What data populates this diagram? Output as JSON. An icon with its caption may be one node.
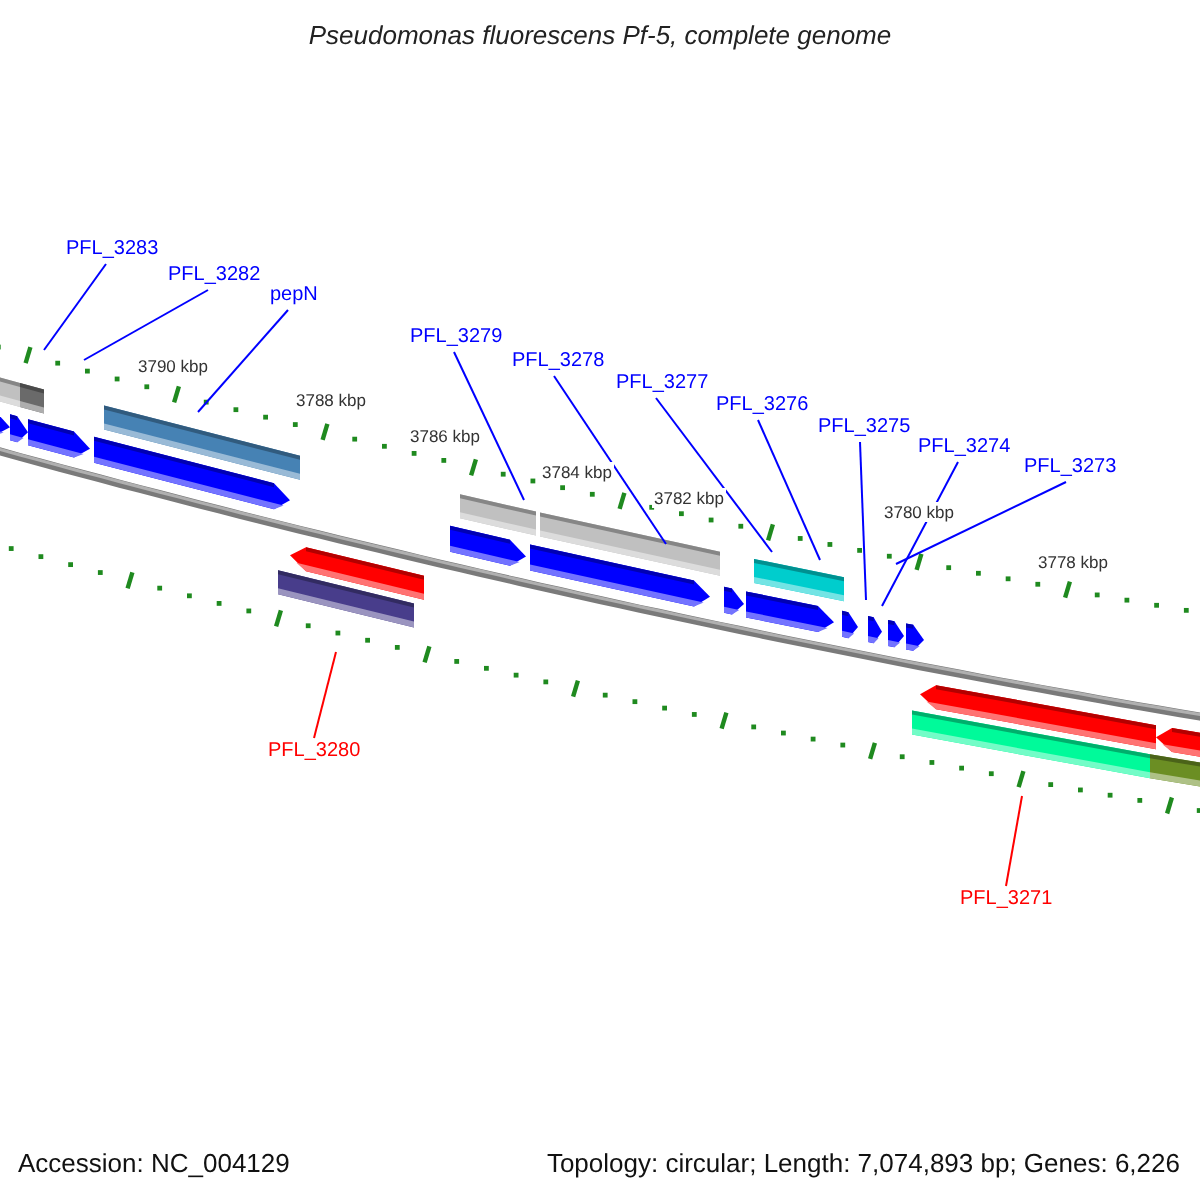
{
  "diagram": {
    "title": "Pseudomonas fluorescens Pf-5, complete genome",
    "nodes": [
      {
        "text": [
          "PFL_3283"
        ]
      },
      {
        "text": [
          "PFL_3282"
        ]
      },
      {
        "text": [
          "pepN"
        ]
      },
      {
        "text": [
          "PFL_3279"
        ]
      },
      {
        "text": [
          "PFL_3278"
        ]
      },
      {
        "text": [
          "PFL_3277"
        ]
      },
      {
        "text": [
          "PFL_3276"
        ]
      },
      {
        "text": [
          "PFL_3275"
        ]
      },
      {
        "text": [
          "PFL_3274"
        ]
      },
      {
        "text": [
          "PFL_3273"
        ]
      },
      {
        "text": [
          "PFL_3280"
        ]
      },
      {
        "text": [
          "PFL_3271"
        ]
      }
    ],
    "edges": [
      {
        "from": 0,
        "to": null,
        "arrow": "none"
      },
      {
        "from": 1,
        "to": null,
        "arrow": "none"
      },
      {
        "from": 2,
        "to": null,
        "arrow": "none"
      },
      {
        "from": 3,
        "to": null,
        "arrow": "none"
      },
      {
        "from": 4,
        "to": null,
        "arrow": "none"
      },
      {
        "from": 5,
        "to": null,
        "arrow": "none"
      },
      {
        "from": 6,
        "to": null,
        "arrow": "none"
      },
      {
        "from": 7,
        "to": null,
        "arrow": "none"
      },
      {
        "from": 8,
        "to": null,
        "arrow": "none"
      },
      {
        "from": 9,
        "to": null,
        "arrow": "none"
      },
      {
        "from": 10,
        "to": null,
        "arrow": "none",
        "color": "#ff0000"
      },
      {
        "from": 11,
        "to": null,
        "arrow": "none",
        "color": "#ff0000"
      }
    ],
    "labels": [
      "3790 kbp",
      "3788 kbp",
      "3786 kbp",
      "3784 kbp",
      "3782 kbp",
      "3780 kbp",
      "3778 kbp",
      "Accession: NC_004129",
      "Topology: circular; Length: 7,074,893 bp; Genes: 6,226"
    ]
  }
}
